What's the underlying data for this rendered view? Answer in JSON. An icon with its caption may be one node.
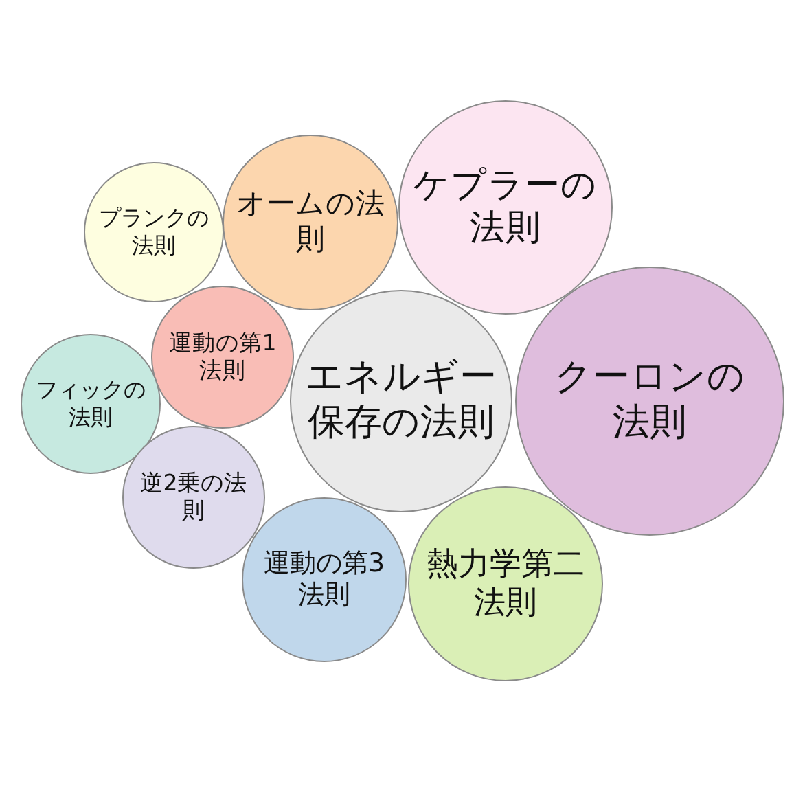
{
  "diagram": {
    "nodes": [
      {
        "text": [
          "プランクの法則"
        ]
      },
      {
        "text": [
          "オームの法則"
        ]
      },
      {
        "text": [
          "ケプラーの法則"
        ]
      },
      {
        "text": [
          "運動の第1法則"
        ]
      },
      {
        "text": [
          "フィックの法則"
        ]
      },
      {
        "text": [
          "エネルギー保存の法則"
        ]
      },
      {
        "text": [
          "クーロンの法則"
        ]
      },
      {
        "text": [
          "逆2乗の法則"
        ]
      },
      {
        "text": [
          "運動の第3法則"
        ]
      },
      {
        "text": [
          "熱力学第二法則"
        ]
      }
    ]
  }
}
